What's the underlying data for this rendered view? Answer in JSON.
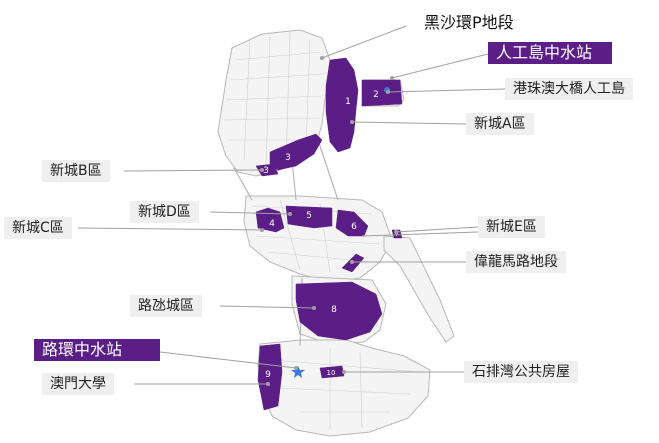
{
  "colors": {
    "zone_fill": "#5b1e86",
    "zone_number": "#ffffff",
    "land_fill": "#f4f4f4",
    "land_stroke": "#b8b8b8",
    "street_line": "#cfcfcf",
    "leader_line": "#a0a0a0",
    "label_bg": "#efefef",
    "highlight_label_bg": "#5b1e86",
    "highlight_label_text": "#ffffff",
    "marker": "#3b7bd6"
  },
  "zones": [
    {
      "number": "1"
    },
    {
      "number": "2"
    },
    {
      "number": "3"
    },
    {
      "number": "3"
    },
    {
      "number": "4"
    },
    {
      "number": "5"
    },
    {
      "number": "6"
    },
    {
      "number": "7"
    },
    {
      "number": "8"
    },
    {
      "number": "9"
    },
    {
      "number": "10"
    }
  ],
  "labels": {
    "hac_sa_p": "黑沙環P地段",
    "artificial_island_ww": "人工島中水站",
    "hzmb_island": "港珠澳大橋人工島",
    "new_zone_a": "新城A區",
    "new_zone_b": "新城B區",
    "new_zone_c": "新城C區",
    "new_zone_d": "新城D區",
    "new_zone_e": "新城E區",
    "wai_long": "偉龍馬路地段",
    "cotai": "路氹城區",
    "coloane_ww": "路環中水站",
    "um": "澳門大學",
    "seac_pai_van": "石排灣公共房屋"
  },
  "icons": {
    "university_marker": "star-marker-icon",
    "hzmb_marker": "blue-dot-marker-icon"
  }
}
